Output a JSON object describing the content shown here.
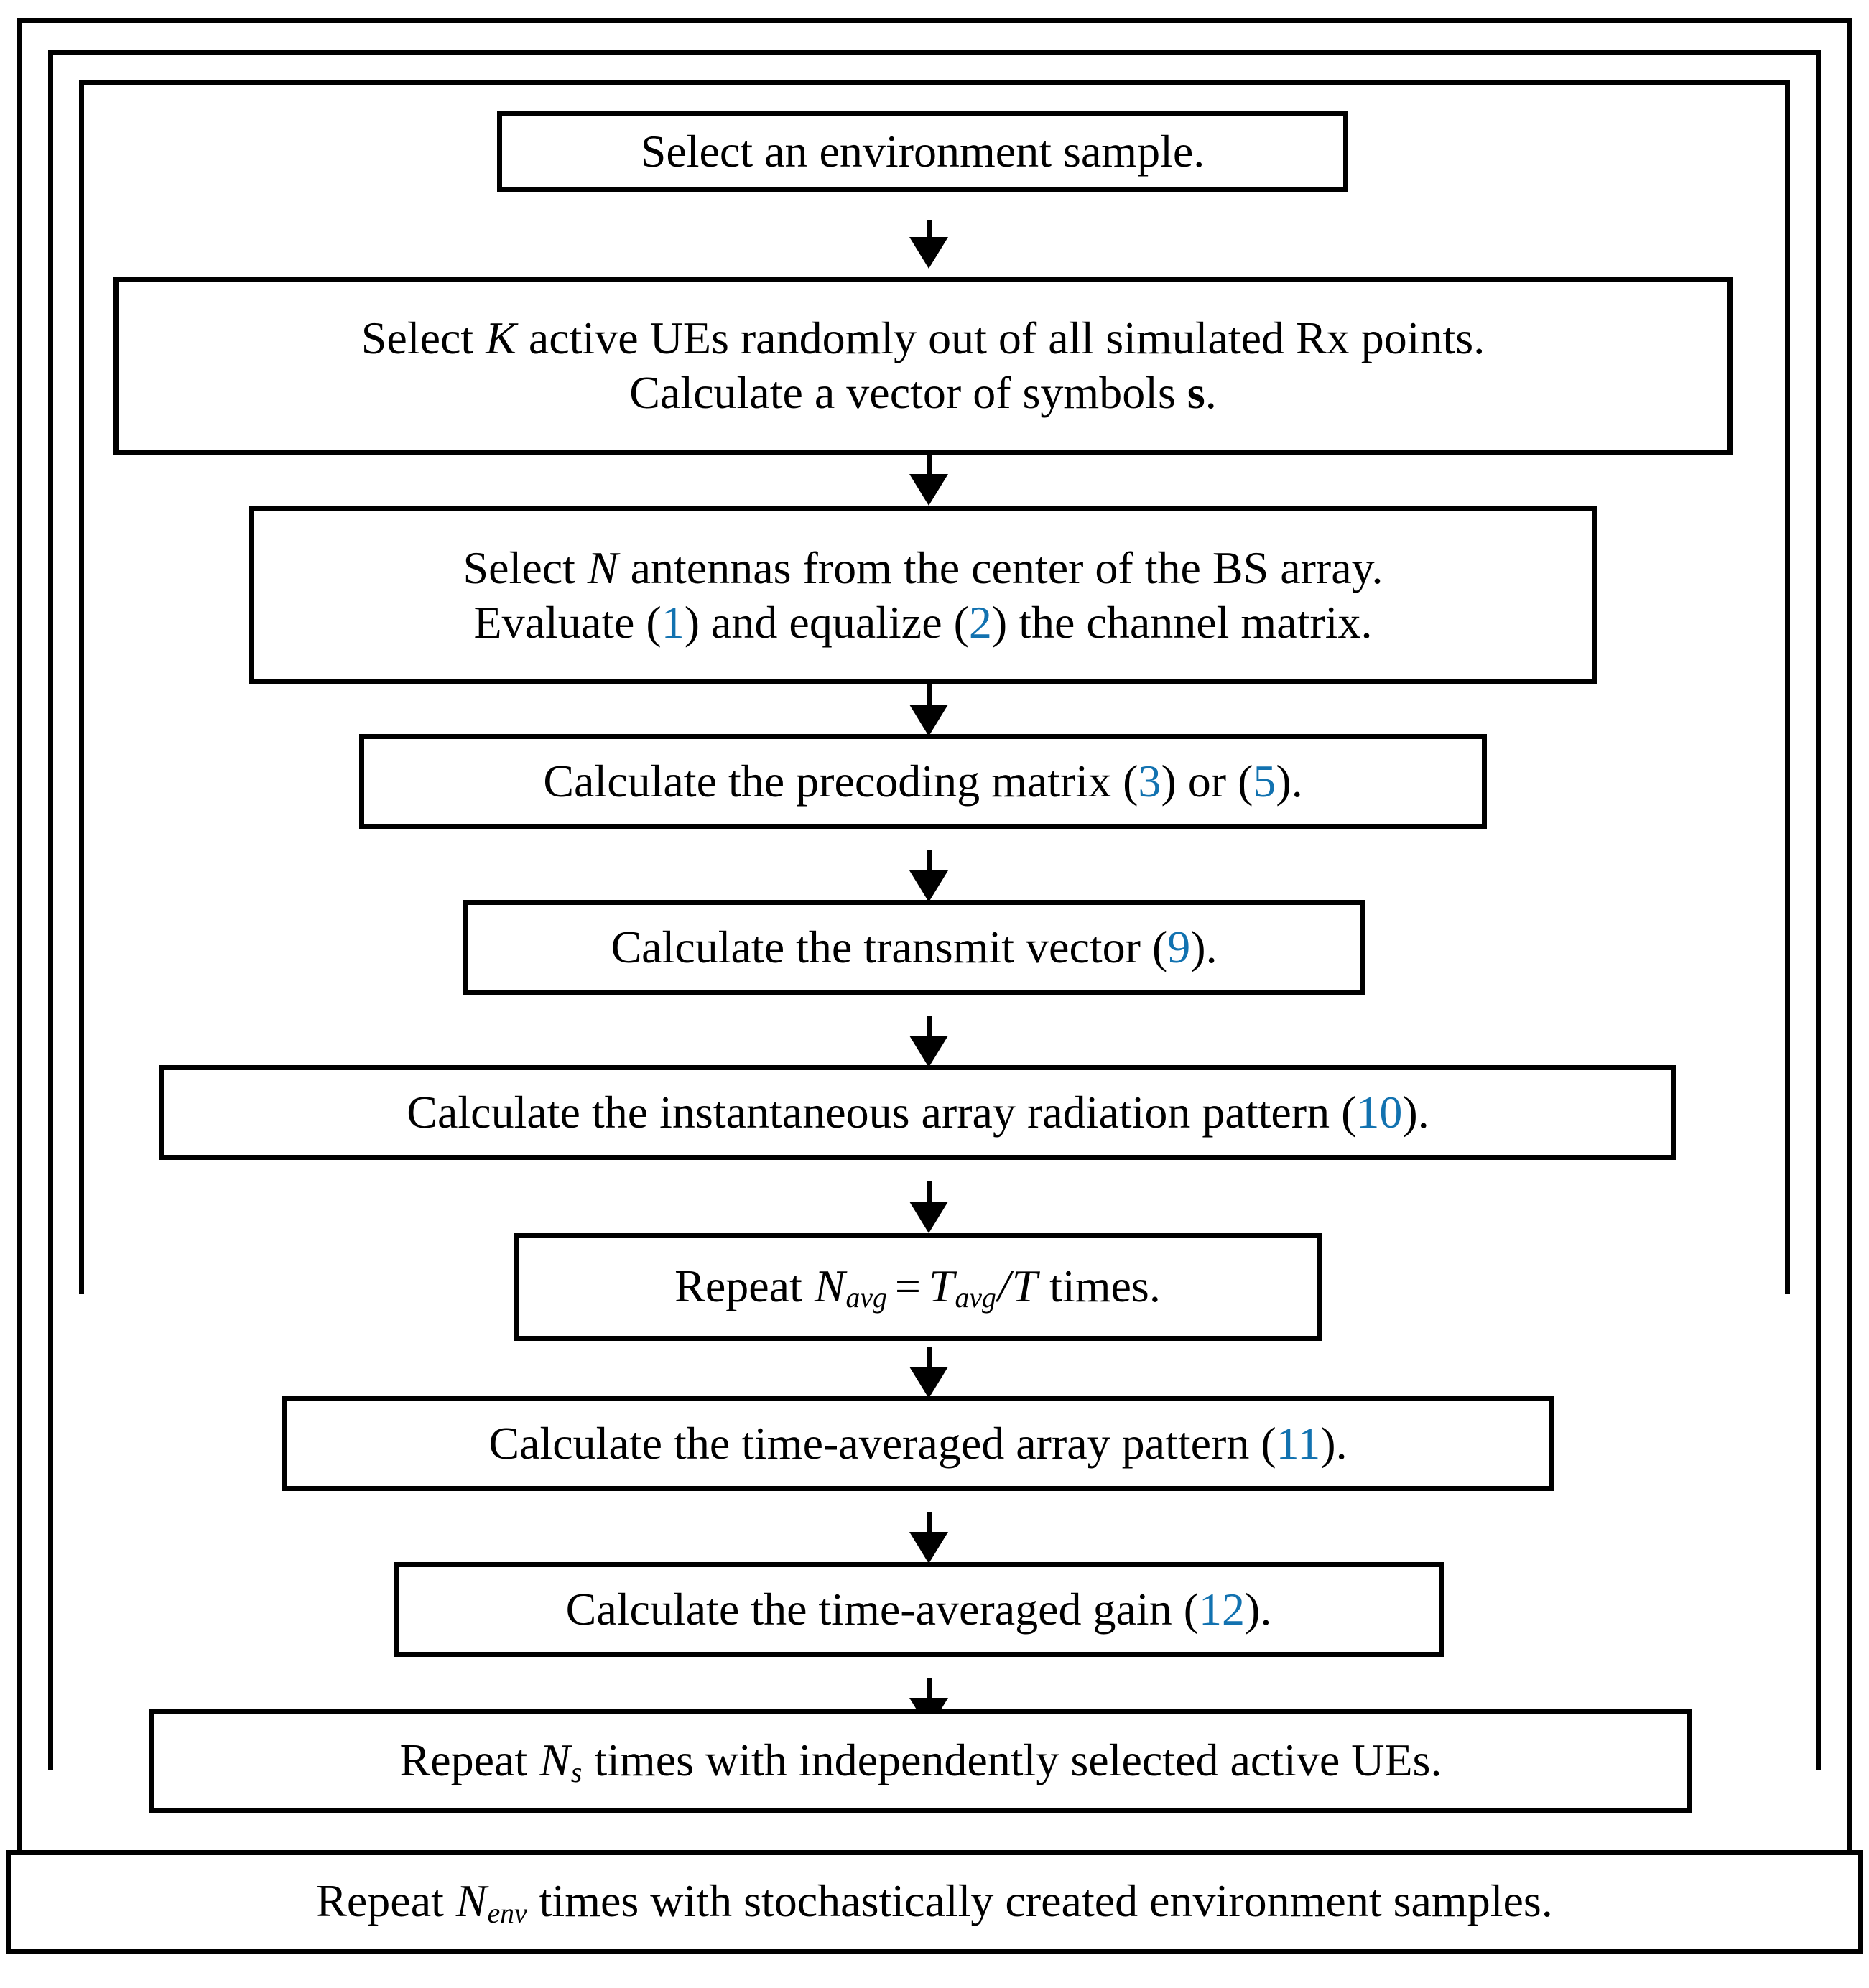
{
  "diagram": {
    "title": "Simulation procedure flowchart",
    "accent_color": "#1272b0",
    "line_color": "#000000",
    "background": "#ffffff"
  },
  "nodes": {
    "n1": {
      "line1": "Select an environment sample."
    },
    "n2": {
      "line1_a": "Select ",
      "line1_var": "K",
      "line1_b": " active UEs randomly out of all simulated Rx points.",
      "line2_a": "Calculate a vector of symbols ",
      "line2_sym": "s",
      "line2_b": "."
    },
    "n3": {
      "line1_a": "Select ",
      "line1_var": "N",
      "line1_b": " antennas from the center of the BS array.",
      "line2_a": "Evaluate (",
      "line2_ref1": "1",
      "line2_b": ") and equalize (",
      "line2_ref2": "2",
      "line2_c": ") the channel matrix."
    },
    "n4": {
      "a": "Calculate the precoding matrix (",
      "ref1": "3",
      "b": ") or (",
      "ref2": "5",
      "c": ")."
    },
    "n5": {
      "a": "Calculate the transmit vector (",
      "ref1": "9",
      "b": ")."
    },
    "n6": {
      "a": "Calculate the instantaneous array radiation pattern (",
      "ref1": "10",
      "b": ")."
    },
    "n7": {
      "a": "Repeat ",
      "var1": "N",
      "sub1": "avg",
      "eq": "=",
      "var2": "T",
      "sub2": "avg",
      "slash": "/",
      "var3": "T",
      "b": " times."
    },
    "n8": {
      "a": "Calculate the time-averaged array pattern (",
      "ref1": "11",
      "b": ")."
    },
    "n9": {
      "a": "Calculate the time-averaged gain (",
      "ref1": "12",
      "b": ")."
    },
    "n10": {
      "a": "Repeat ",
      "var1": "N",
      "sub1": "s",
      "b": " times with independently selected active UEs."
    },
    "n11": {
      "a": "Repeat ",
      "var1": "N",
      "sub1": "env",
      "b": " times with stochastically created environment samples."
    }
  }
}
